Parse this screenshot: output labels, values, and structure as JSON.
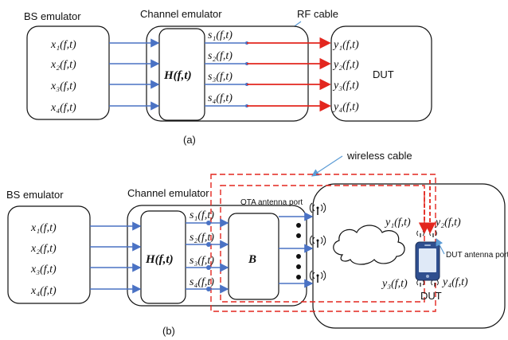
{
  "diagram_a": {
    "bs_label": "BS emulator",
    "ch_label": "Channel emulator",
    "rf_label": "RF cable",
    "dut_label": "DUT",
    "h_label": "H(f,t)",
    "inputs": [
      "x₁(f,t)",
      "x₂(f,t)",
      "x₃(f,t)",
      "x₄(f,t)"
    ],
    "channel_outputs": [
      "s₁(f,t)",
      "s₂(f,t)",
      "s₃(f,t)",
      "s₄(f,t)"
    ],
    "dut_inputs": [
      "y₁(f,t)",
      "y₂(f,t)",
      "y₃(f,t)",
      "y₄(f,t)"
    ],
    "caption": "(a)"
  },
  "diagram_b": {
    "wireless_label": "wireless cable",
    "bs_label": "BS emulator",
    "ch_label": "Channel emulator",
    "ota_label": "OTA antenna port",
    "dut_antenna_label": "DUT antenna port",
    "dut_label": "DUT",
    "h_label": "H(f,t)",
    "b_label": "B",
    "inputs": [
      "x₁(f,t)",
      "x₂(f,t)",
      "x₃(f,t)",
      "x₄(f,t)"
    ],
    "channel_outputs": [
      "s₁(f,t)",
      "s₂(f,t)",
      "s₃(f,t)",
      "s₄(f,t)"
    ],
    "dut_outputs": [
      "y₁(f,t)",
      "y₂(f,t)",
      "y₃(f,t)",
      "y₄(f,t)"
    ],
    "caption": "(b)"
  },
  "colors": {
    "signal": "#4a72c4",
    "cable": "#e3261e",
    "pointer": "#5b9bd5",
    "phone": "#2f4f8f"
  }
}
